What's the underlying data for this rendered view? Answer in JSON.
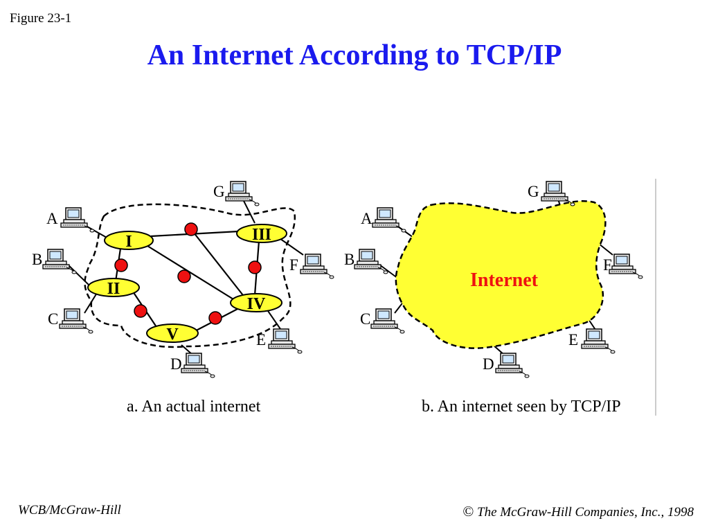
{
  "header": {
    "figure_label": "Figure 23-1",
    "title": "An Internet According to TCP/IP"
  },
  "diagram_a": {
    "caption": "a. An actual internet",
    "hosts": [
      "A",
      "B",
      "C",
      "D",
      "E",
      "F",
      "G"
    ],
    "routers": [
      "I",
      "II",
      "III",
      "IV",
      "V"
    ]
  },
  "diagram_b": {
    "caption": "b. An internet seen by TCP/IP",
    "cloud_label": "Internet",
    "hosts": [
      "A",
      "B",
      "C",
      "D",
      "E",
      "F",
      "G"
    ]
  },
  "footer": {
    "left": "WCB/McGraw-Hill",
    "copyright_symbol": "©",
    "right": "The McGraw-Hill Companies, Inc., 1998"
  },
  "colors": {
    "title": "#1a1aee",
    "router_fill": "#ffff33",
    "link_node": "#ee1111",
    "cloud_fill": "#ffff33",
    "cloud_label": "#ee1111"
  }
}
